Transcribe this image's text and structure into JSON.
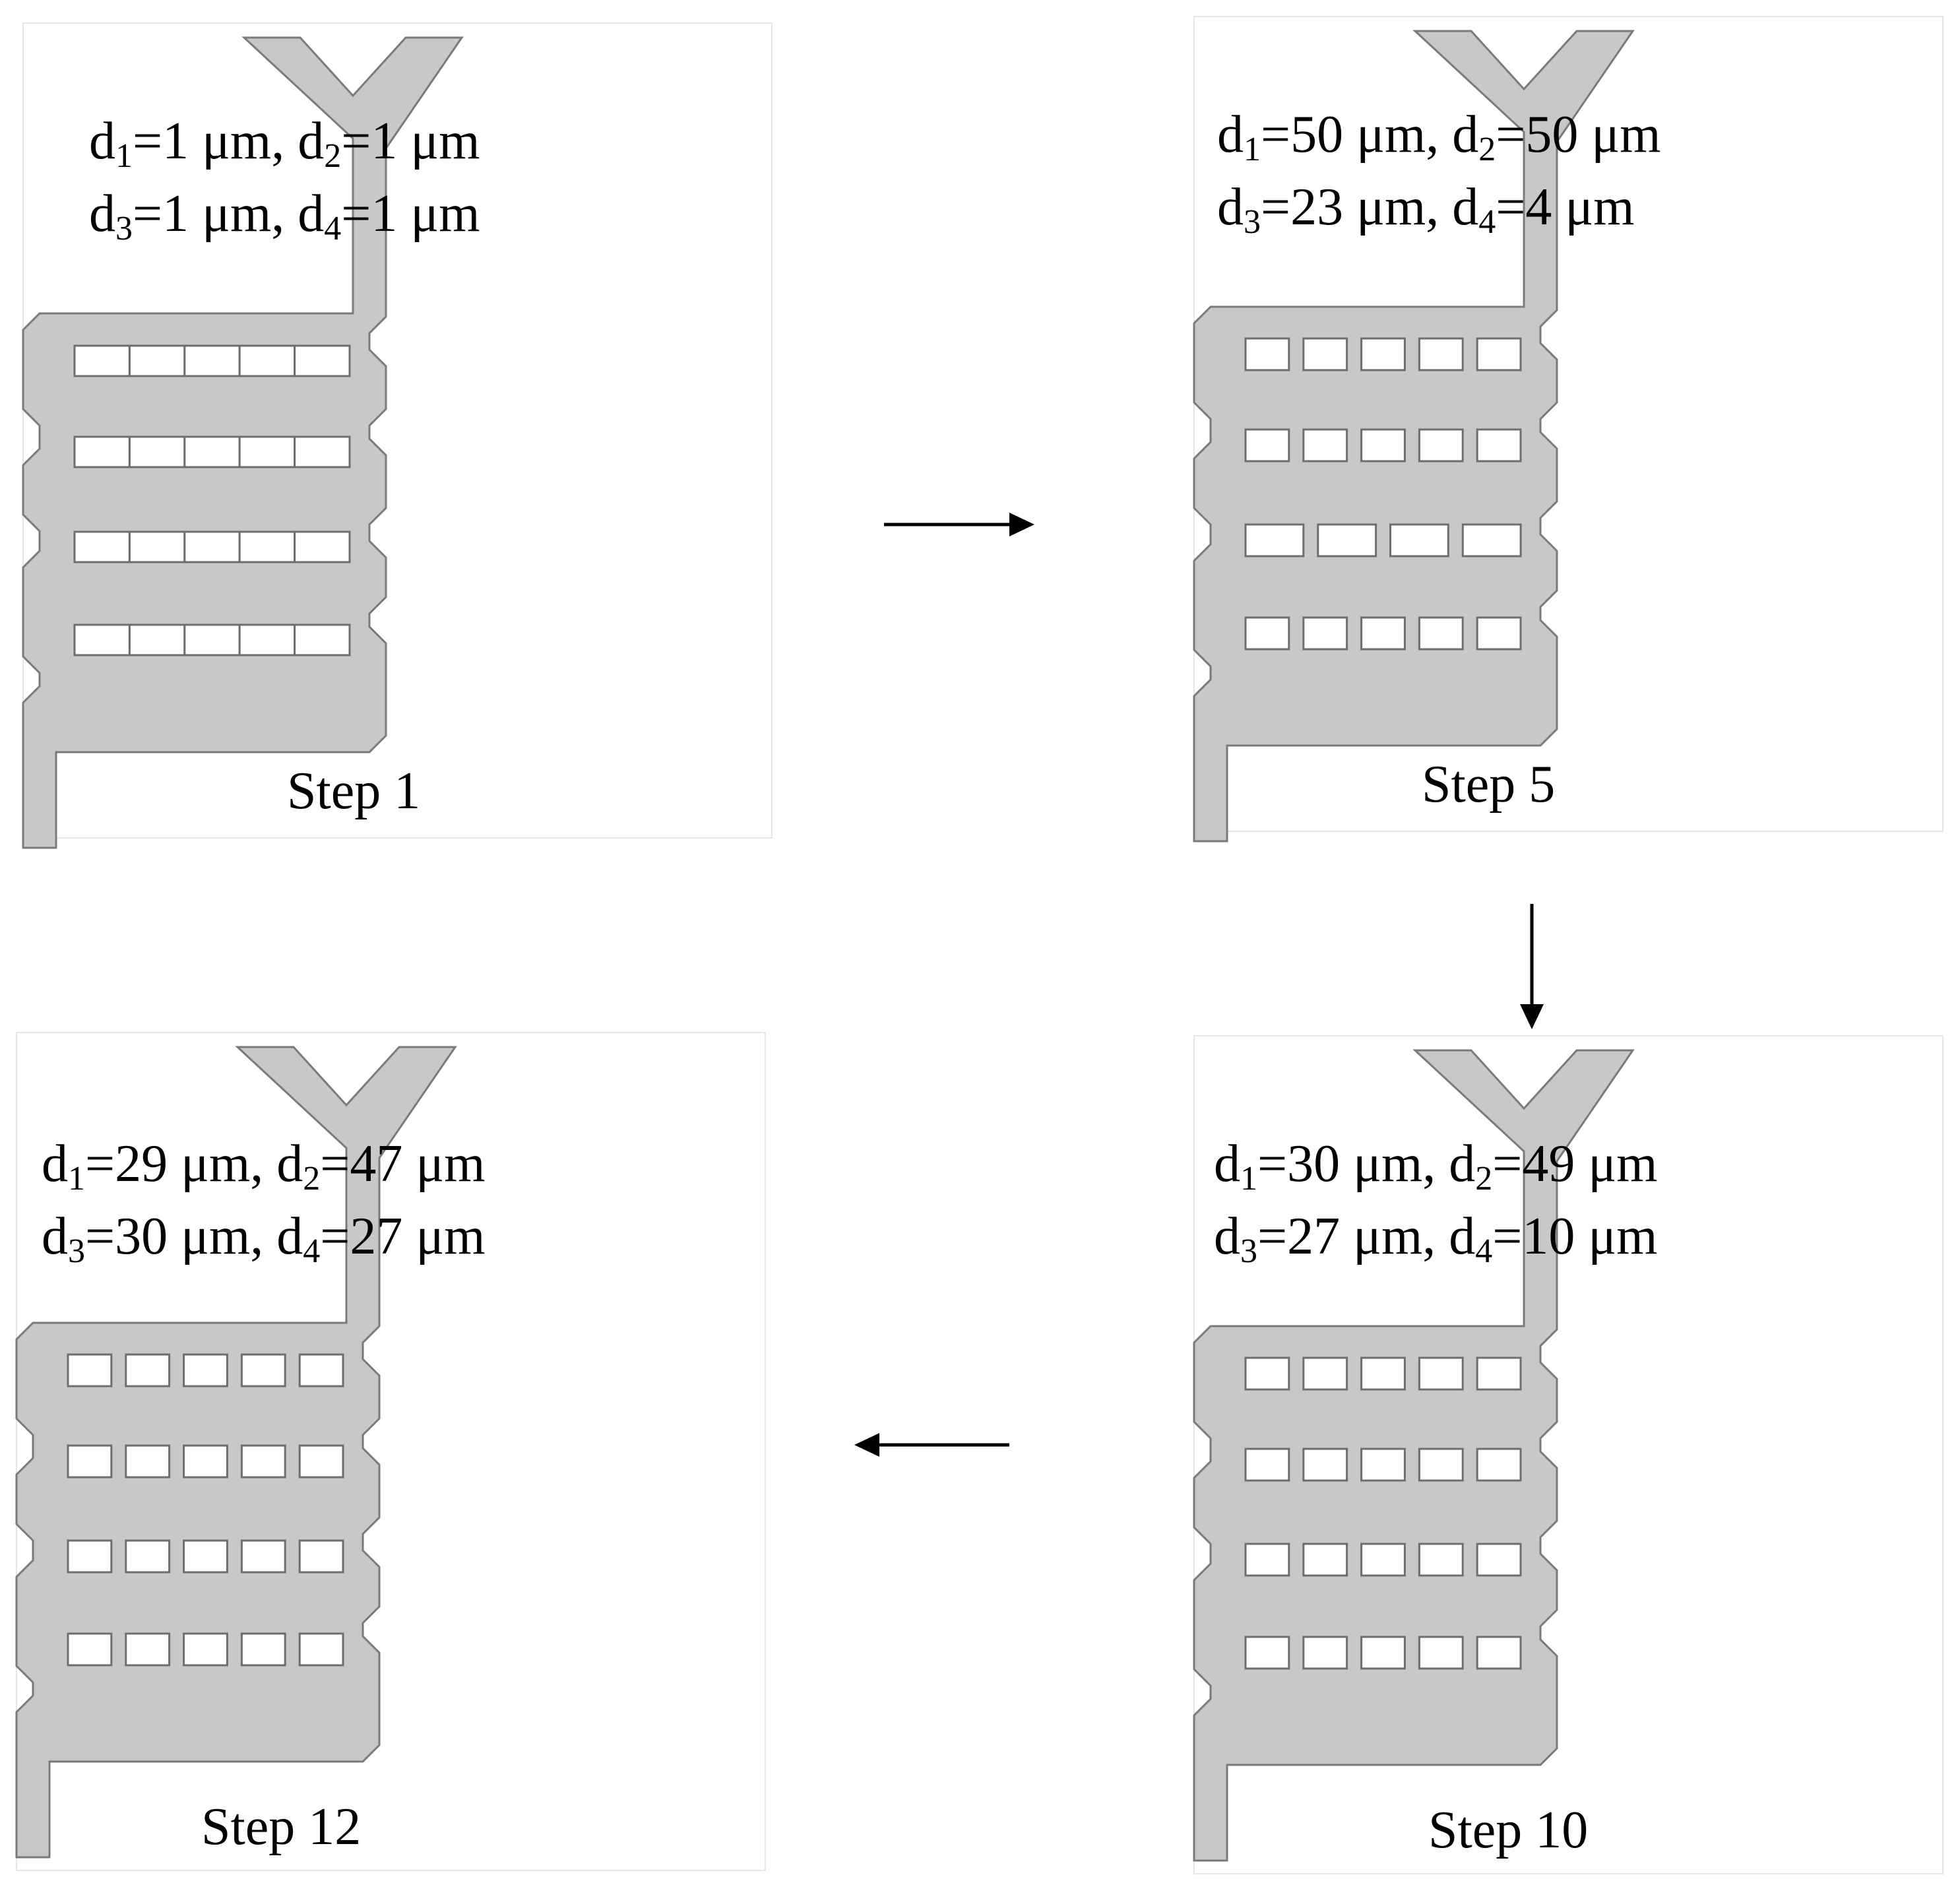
{
  "panels": [
    {
      "step_label": "Step 1",
      "d1": "1 μm",
      "d2": "1 μm",
      "d3": "1 μm",
      "d4": "1 μm",
      "slot_rows": [
        5,
        5,
        5,
        5
      ],
      "slot_style": "contiguous"
    },
    {
      "step_label": "Step 5",
      "d1": "50 μm",
      "d2": "50 μm",
      "d3": "23 μm",
      "d4": "4 μm",
      "slot_rows": [
        5,
        5,
        4,
        5
      ],
      "slot_style": "separated"
    },
    {
      "step_label": "Step 10",
      "d1": "30 μm",
      "d2": "49 μm",
      "d3": "27 μm",
      "d4": "10 μm",
      "slot_rows": [
        5,
        5,
        5,
        5
      ],
      "slot_style": "separated"
    },
    {
      "step_label": "Step 12",
      "d1": "29 μm",
      "d2": "47 μm",
      "d3": "30 μm",
      "d4": "27 μm",
      "slot_rows": [
        5,
        5,
        5,
        5
      ],
      "slot_style": "separated"
    }
  ],
  "flow": [
    "right",
    "down",
    "left"
  ],
  "colors": {
    "trace_fill": "#c8c8c8",
    "trace_stroke": "#7a7a7a",
    "slot_fill": "#ffffff",
    "text": "#000000"
  }
}
